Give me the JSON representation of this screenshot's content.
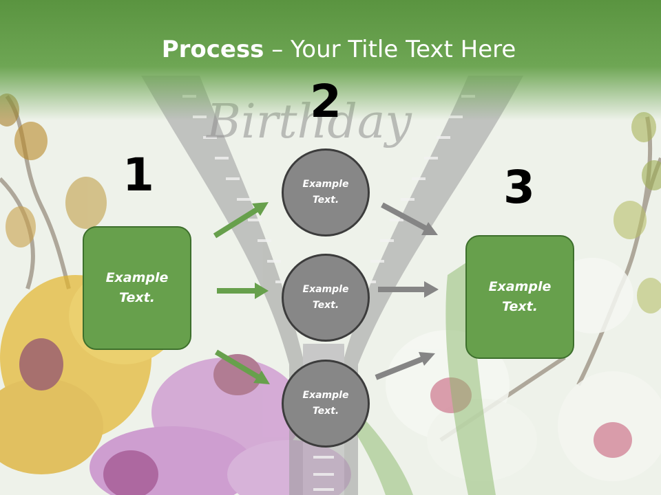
{
  "title": {
    "bold": "Process",
    "rest": " – Your Title Text Here"
  },
  "watermark": "Birthday",
  "steps": [
    {
      "number": "1",
      "text": "Example Text."
    },
    {
      "number": "2"
    },
    {
      "number": "3",
      "text": "Example Text."
    }
  ],
  "circles": [
    {
      "text": "Example Text."
    },
    {
      "text": "Example Text."
    },
    {
      "text": "Example Text."
    }
  ],
  "colors": {
    "header": "#6ea654",
    "box_fill": "#67a04c",
    "box_border": "#3d6f2c",
    "circle_fill": "#878787",
    "circle_border": "#3c3c3c",
    "arrow_green": "#67a04c",
    "arrow_gray": "#858585"
  }
}
